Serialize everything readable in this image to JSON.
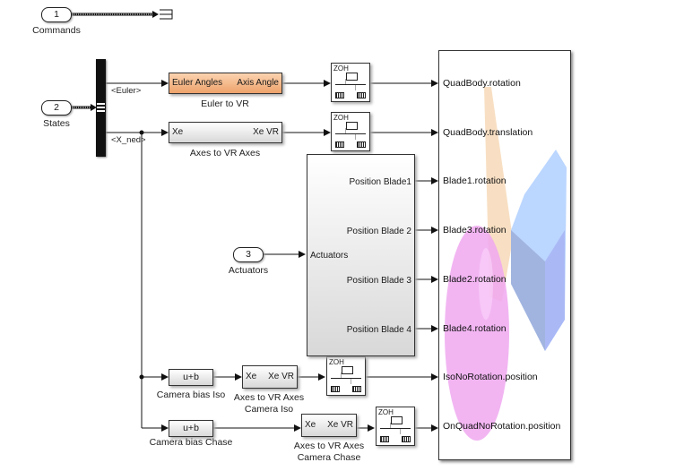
{
  "inports": [
    {
      "number": "1",
      "label": "Commands"
    },
    {
      "number": "2",
      "label": "States"
    },
    {
      "number": "3",
      "label": "Actuators"
    }
  ],
  "bus_selector": {
    "outputs": [
      "<Euler>",
      "<X_ned>"
    ]
  },
  "blocks": {
    "euler_to_vr": {
      "name": "Euler to VR",
      "in": "Euler Angles",
      "out": "Axis Angle",
      "color": "#eea26a"
    },
    "axes_to_vr": {
      "name": "Axes to VR Axes",
      "in": "Xe",
      "out": "Xe VR"
    },
    "blades": {
      "in": "Actuators",
      "outs": [
        "Position Blade1",
        "Position Blade 2",
        "Position Blade 3",
        "Position Blade 4"
      ]
    },
    "bias_iso": {
      "name": "Camera bias Iso",
      "expr": "u+b"
    },
    "bias_chase": {
      "name": "Camera bias Chase",
      "expr": "u+b"
    },
    "axes_iso": {
      "name_line1": "Axes to VR Axes",
      "name_line2": "Camera Iso",
      "in": "Xe",
      "out": "Xe VR"
    },
    "axes_chase": {
      "name_line1": "Axes to VR Axes",
      "name_line2": "Camera Chase",
      "in": "Xe",
      "out": "Xe VR"
    },
    "zoh_label": "ZOH"
  },
  "vr_sink": {
    "inputs": [
      "QuadBody.rotation",
      "QuadBody.translation",
      "Blade1.rotation",
      "Blade3.rotation",
      "Blade2.rotation",
      "Blade4.rotation",
      "IsoNoRotation.position",
      "OnQuadNoRotation.position"
    ]
  }
}
